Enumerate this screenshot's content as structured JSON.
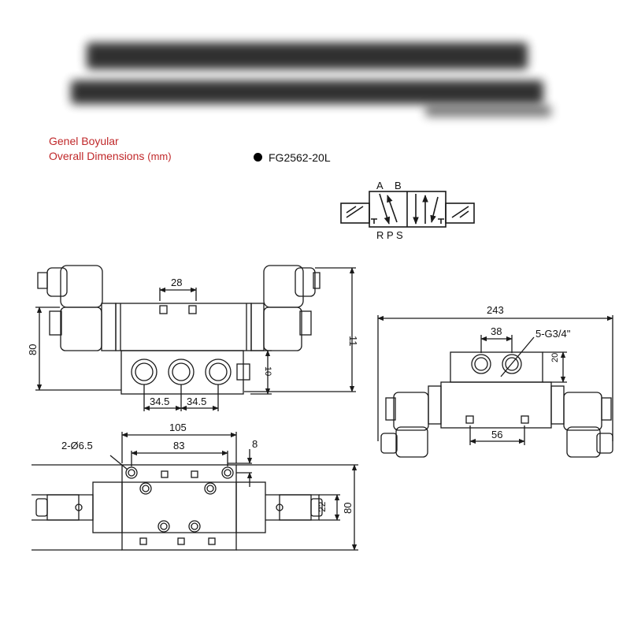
{
  "header": {
    "title_tr": "Genel Boyular",
    "title_en": "Overall Dimensions",
    "unit": "(mm)",
    "model": "FG2562-20L"
  },
  "symbol": {
    "port_top_a": "A",
    "port_top_b": "B",
    "ports_bottom": "R P S"
  },
  "front_view": {
    "dim_top": "28",
    "dim_height": "80",
    "dim_right": "11",
    "dim_port_height": "10",
    "dim_left_spacing": "34.5",
    "dim_right_spacing": "34.5"
  },
  "side_view": {
    "dim_length": "243",
    "dim_port_spacing": "38",
    "port_label": "5-G3/4\"",
    "dim_height": "20",
    "dim_bottom": "56"
  },
  "top_view": {
    "dim_width": "105",
    "dim_hole_spacing": "83",
    "dim_offset": "8",
    "hole_label": "2-Ø6.5",
    "dim_inner": "22",
    "dim_height": "80"
  },
  "colors": {
    "accent": "#c0282a",
    "line": "#1a1a1a"
  }
}
